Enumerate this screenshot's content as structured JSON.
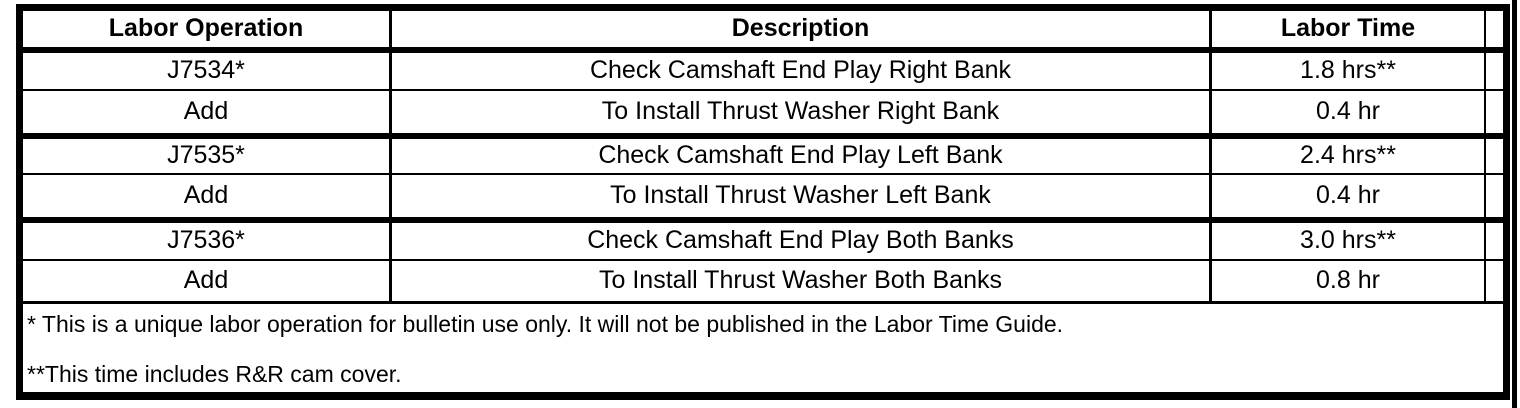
{
  "table": {
    "headers": {
      "labor_operation": "Labor Operation",
      "description": "Description",
      "labor_time": "Labor Time"
    },
    "rows": [
      {
        "op": "J7534*",
        "desc": "Check Camshaft End Play Right Bank",
        "time": "1.8 hrs**"
      },
      {
        "op": "Add",
        "desc": "To Install Thrust Washer Right Bank",
        "time": "0.4 hr"
      },
      {
        "op": "J7535*",
        "desc": "Check Camshaft End Play Left Bank",
        "time": "2.4 hrs**"
      },
      {
        "op": "Add",
        "desc": "To Install Thrust Washer Left Bank",
        "time": "0.4 hr"
      },
      {
        "op": "J7536*",
        "desc": "Check Camshaft End Play Both Banks",
        "time": "3.0 hrs**"
      },
      {
        "op": "Add",
        "desc": "To Install Thrust Washer Both Banks",
        "time": "0.8 hr"
      }
    ],
    "footnotes": [
      "* This is a unique labor operation for bulletin use only. It will not be published in the Labor Time Guide.",
      "**This time includes R&R cam cover."
    ]
  },
  "colors": {
    "border": "#000000",
    "background": "#ffffff",
    "text": "#000000"
  }
}
